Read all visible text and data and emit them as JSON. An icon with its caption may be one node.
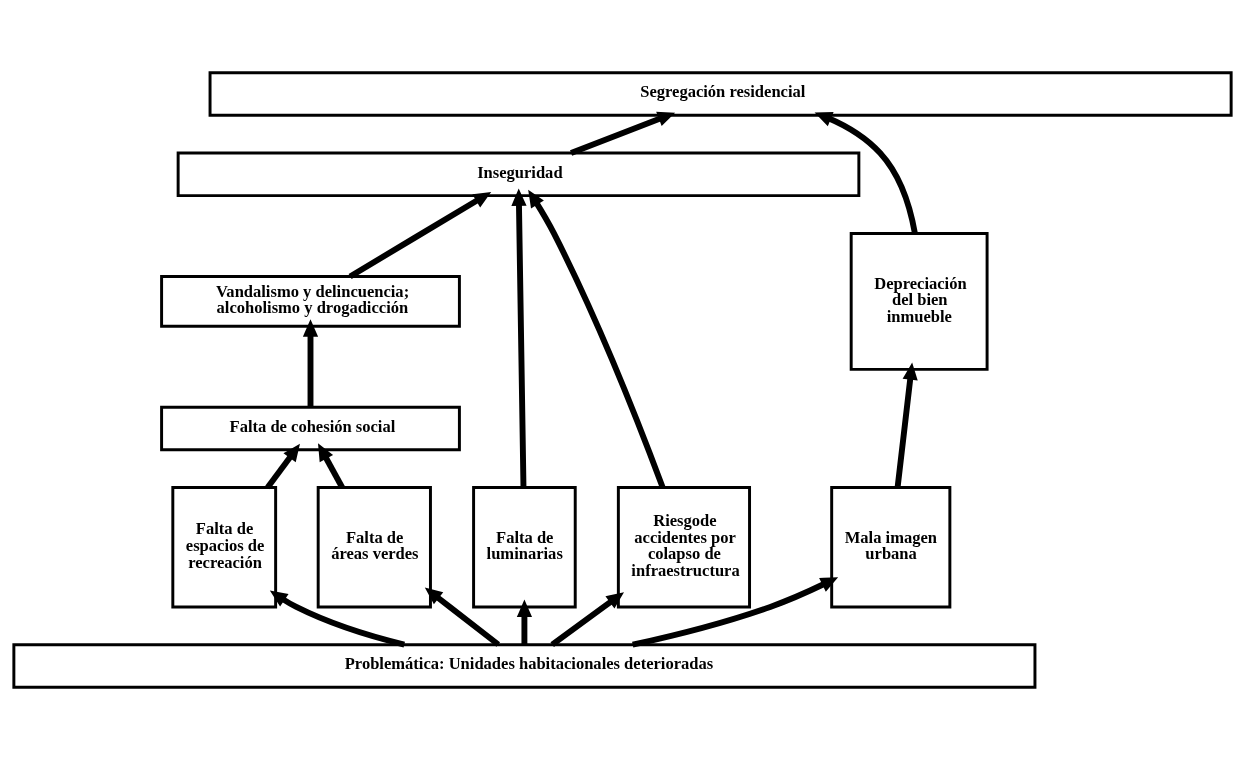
{
  "diagram": {
    "nodes": [
      {
        "text": [
          "Segregación residencial"
        ]
      },
      {
        "text": [
          "Inseguridad"
        ]
      },
      {
        "text": [
          "Vandalismo y delincuencia; alcoholismo y drogadicción"
        ]
      },
      {
        "text": [
          "Depreciación del bien inmueble"
        ]
      },
      {
        "text": [
          "Falta de cohesión social"
        ]
      },
      {
        "text": [
          "Falta de espacios de recreación"
        ]
      },
      {
        "text": [
          "Falta de áreas verdes"
        ]
      },
      {
        "text": [
          "Falta de luminarias"
        ]
      },
      {
        "text": [
          "Riesgode accidentes por colapso de infraestructura"
        ]
      },
      {
        "text": [
          "Mala imagen urbana"
        ]
      },
      {
        "text": [
          "Problemática: Unidades habitacionales deterioradas"
        ]
      }
    ],
    "edges": [
      {
        "from": 1,
        "to": 0,
        "arrow": "to"
      },
      {
        "from": 3,
        "to": 0,
        "arrow": "to"
      },
      {
        "from": 2,
        "to": 1,
        "arrow": "to"
      },
      {
        "from": 7,
        "to": 1,
        "arrow": "to"
      },
      {
        "from": 8,
        "to": 1,
        "arrow": "to"
      },
      {
        "from": 4,
        "to": 2,
        "arrow": "to"
      },
      {
        "from": 5,
        "to": 4,
        "arrow": "to"
      },
      {
        "from": 6,
        "to": 4,
        "arrow": "to"
      },
      {
        "from": 9,
        "to": 3,
        "arrow": "to"
      },
      {
        "from": 10,
        "to": 5,
        "arrow": "to"
      },
      {
        "from": 10,
        "to": 6,
        "arrow": "to"
      },
      {
        "from": 10,
        "to": 7,
        "arrow": "to"
      },
      {
        "from": 10,
        "to": 8,
        "arrow": "to"
      },
      {
        "from": 10,
        "to": 9,
        "arrow": "to"
      }
    ]
  }
}
